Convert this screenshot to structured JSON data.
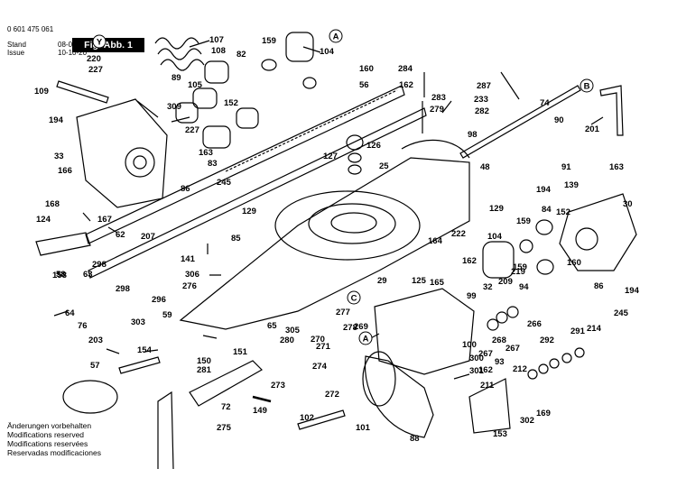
{
  "header": {
    "doc_number": "0 601 475 061",
    "stand_label": "Stand",
    "stand_value": "08-02",
    "issue_label": "Issue",
    "issue_value": "10-10-20",
    "figure_label": "Fig./Abb. 1"
  },
  "footer": {
    "lines": [
      "Änderungen vorbehalten",
      "Modifications reserved",
      "Modifications reservées",
      "Reservadas modificaciones"
    ]
  },
  "callout_letters": [
    "A",
    "B",
    "C",
    "Y"
  ],
  "part_labels": [
    "107",
    "159",
    "104",
    "108",
    "82",
    "160",
    "220",
    "227",
    "109",
    "89",
    "105",
    "152",
    "56",
    "287",
    "284",
    "162",
    "233",
    "283",
    "282",
    "279",
    "74",
    "90",
    "201",
    "194",
    "33",
    "166",
    "168",
    "124",
    "167",
    "62",
    "58",
    "63",
    "309",
    "227",
    "163",
    "83",
    "86",
    "245",
    "207",
    "141",
    "129",
    "85",
    "306",
    "276",
    "126",
    "127",
    "25",
    "98",
    "48",
    "129",
    "91",
    "163",
    "139",
    "30",
    "194",
    "222",
    "164",
    "165",
    "162",
    "104",
    "159",
    "152",
    "84",
    "159",
    "160",
    "194",
    "219",
    "209",
    "266",
    "268",
    "267",
    "158",
    "298",
    "298",
    "296",
    "303",
    "64",
    "76",
    "203",
    "154",
    "59",
    "277",
    "305",
    "269",
    "271",
    "278",
    "280",
    "274",
    "272",
    "273",
    "65",
    "151",
    "150",
    "281",
    "149",
    "72",
    "57",
    "275",
    "102",
    "101",
    "88",
    "153",
    "302",
    "169",
    "211",
    "212",
    "93",
    "100",
    "267",
    "86",
    "245",
    "214",
    "291",
    "292",
    "162",
    "99",
    "29",
    "125",
    "32",
    "94",
    "270",
    "300",
    "301"
  ]
}
